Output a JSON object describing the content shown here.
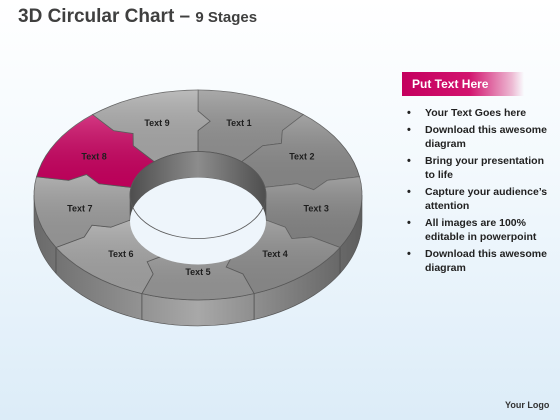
{
  "title": {
    "main": "3D Circular Chart",
    "dash": " – ",
    "sub": "9 Stages"
  },
  "diagram": {
    "segments": [
      {
        "label": "Text 1",
        "color": "#929292"
      },
      {
        "label": "Text 2",
        "color": "#8a8a8a"
      },
      {
        "label": "Text 3",
        "color": "#858585"
      },
      {
        "label": "Text 4",
        "color": "#8d8d8d"
      },
      {
        "label": "Text 5",
        "color": "#979797"
      },
      {
        "label": "Text 6",
        "color": "#a3a3a3"
      },
      {
        "label": "Text 7",
        "color": "#9b9b9b"
      },
      {
        "label": "Text 8",
        "color": "#c8005f"
      },
      {
        "label": "Text 9",
        "color": "#a8a8a8"
      }
    ],
    "highlight_color": "#c8005f"
  },
  "panel": {
    "header": "Put Text Here",
    "bullets": [
      "Your Text Goes here",
      "Download this awesome diagram",
      "Bring your presentation to life",
      "Capture your audience’s attention",
      "All images are 100% editable in powerpoint",
      "Download this awesome diagram"
    ]
  },
  "footer": {
    "logo": "Your Logo"
  }
}
